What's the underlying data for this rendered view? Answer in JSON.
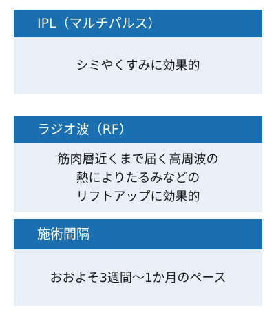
{
  "sections": [
    {
      "title": "IPL（マルチパルス）",
      "lines": [
        "シミやくすみに効果的"
      ]
    },
    {
      "title": "ラジオ波（RF）",
      "lines": [
        "筋肉層近くまで届く高周波の",
        "熱によりたるみなどの",
        "リフトアップに効果的"
      ]
    },
    {
      "title": "施術間隔",
      "lines": [
        "おおよそ3週間〜1か月のペース"
      ]
    }
  ],
  "colors": {
    "header_bg": "#1a6fb0",
    "header_text": "#ffffff",
    "body_bg": "#e8eff6",
    "body_text": "#1a1a1a"
  }
}
